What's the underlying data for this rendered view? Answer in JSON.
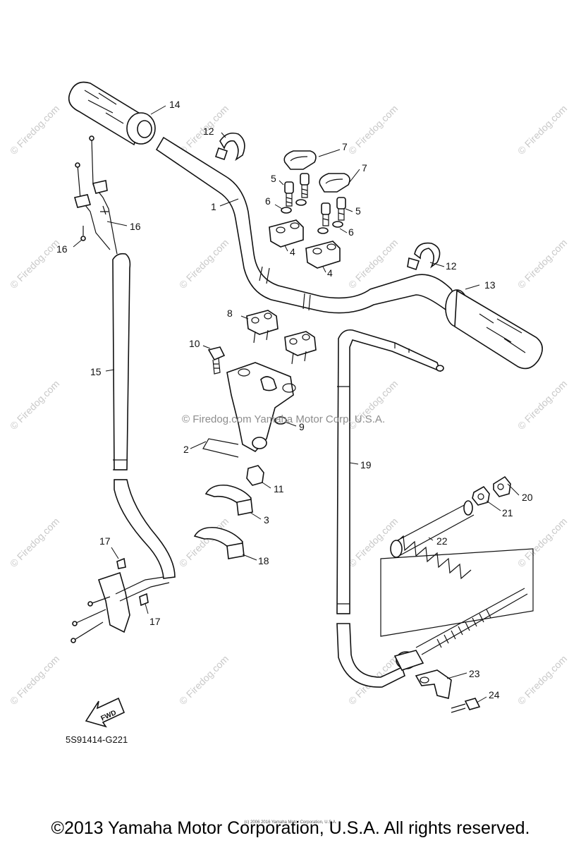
{
  "diagram": {
    "callouts": [
      "1",
      "2",
      "3",
      "4",
      "4",
      "5",
      "5",
      "6",
      "6",
      "7",
      "7",
      "8",
      "9",
      "10",
      "11",
      "12",
      "12",
      "13",
      "14",
      "15",
      "16",
      "16",
      "17",
      "17",
      "18",
      "19",
      "20",
      "21",
      "22",
      "23",
      "24"
    ],
    "diagram_code": "5S91414-G221",
    "fwd_label": "FWD",
    "center_watermark": "© Firedog.com  Yamaha Motor Corp. U.S.A.",
    "watermark_text": "© Firedog.com"
  },
  "footer": {
    "copyright": "©2013 Yamaha Motor Corporation, U.S.A. All rights reserved.",
    "tiny_notice": "(c) 2006 2016 Yamaha Motor Corporation, U.S.A."
  }
}
